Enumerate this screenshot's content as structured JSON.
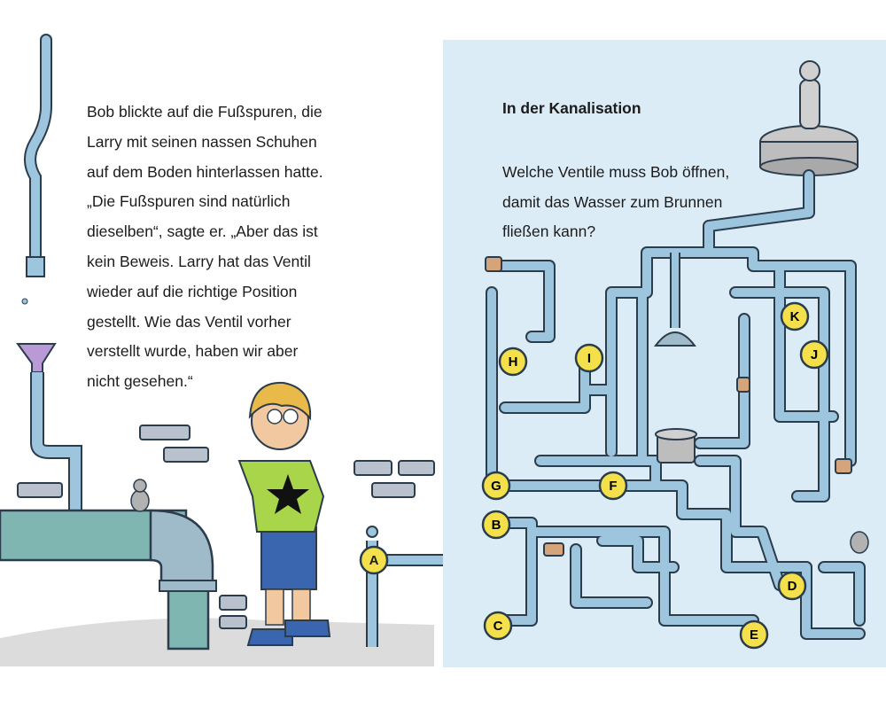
{
  "left_page": {
    "story_lines": [
      "Bob blickte auf die Fußspuren, die",
      "Larry mit seinen nassen Schuhen",
      "auf dem Boden hinterlassen hatte.",
      "„Die Fußspuren sind natürlich",
      "dieselben“, sagte er. „Aber das ist",
      "kein Beweis. Larry hat das Ventil",
      "wieder auf die richtige Position",
      "gestellt. Wie das Ventil vorher",
      "verstellt wurde, haben wir aber",
      "nicht gesehen.“"
    ],
    "valve_label": "A"
  },
  "right_page": {
    "title": "In der Kanalisation",
    "question_lines": [
      "Welche Ventile muss Bob öffnen,",
      "damit das Wasser zum Brunnen",
      "fließen kann?"
    ],
    "valves": [
      "B",
      "C",
      "D",
      "E",
      "F",
      "G",
      "H",
      "I",
      "J",
      "K"
    ]
  },
  "colors": {
    "pipe": "#9ec5de",
    "pipe_outline": "#2b3d4c",
    "valve": "#f4e04a",
    "panel": "#dcecf7",
    "shirt": "#a8d54a",
    "jeans": "#3a66b0",
    "funnel": "#b99ad6"
  }
}
